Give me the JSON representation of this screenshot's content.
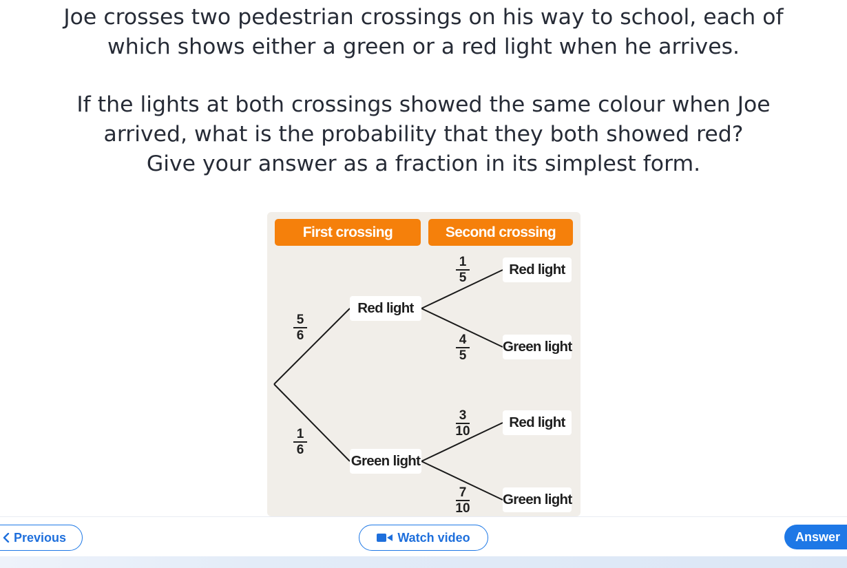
{
  "question": {
    "line1": "Joe crosses two pedestrian crossings on his way to school, each of",
    "line2": "which shows either a green or a red light when he arrives.",
    "line3": "If the lights at both crossings showed the same colour when Joe",
    "line4": "arrived, what is the probability that they both showed red?",
    "line5": "Give your answer as a fraction in its simplest form."
  },
  "diagram": {
    "header_first": "First crossing",
    "header_second": "Second crossing",
    "first_red_label": "Red light",
    "first_green_label": "Green light",
    "p_first_red": {
      "num": "5",
      "den": "6"
    },
    "p_first_green": {
      "num": "1",
      "den": "6"
    },
    "red_red_label": "Red light",
    "red_green_label": "Green light",
    "green_red_label": "Red light",
    "green_green_label": "Green light",
    "p_red_red": {
      "num": "1",
      "den": "5"
    },
    "p_red_green": {
      "num": "4",
      "den": "5"
    },
    "p_green_red": {
      "num": "3",
      "den": "10"
    },
    "p_green_green": {
      "num": "7",
      "den": "10"
    },
    "accent": "#f5800b",
    "background": "#f1eee9"
  },
  "nav": {
    "previous_label": "Previous",
    "previous_icon": "chevron-left-icon",
    "video_label": "Watch video",
    "video_icon": "video-camera-icon",
    "answer_label": "Answer",
    "accent": "#1e78e6"
  }
}
